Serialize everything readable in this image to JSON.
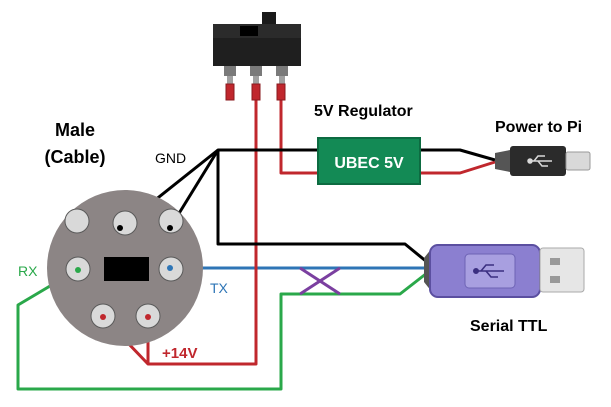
{
  "labels": {
    "connector_title_line1": "Male",
    "connector_title_line2": "(Cable)",
    "gnd": "GND",
    "regulator_title": "5V Regulator",
    "regulator_box": "UBEC 5V",
    "power_to_pi": "Power to Pi",
    "rx": "RX",
    "tx": "TX",
    "v14": "+14V",
    "serial_ttl": "Serial TTL"
  },
  "icons": {
    "usb_symbol": "usb-icon",
    "switch": "slide-switch-icon"
  },
  "colors": {
    "wire_black": "#000000",
    "wire_red": "#c0272d",
    "wire_blue": "#2e75b6",
    "wire_green": "#2aa84a",
    "wire_purple": "#7b3fa0",
    "connector_disc": "#8c8585",
    "regulator": "#138a55",
    "ttl_body": "#8b7fd0",
    "usb_plug": "#d9d9d9",
    "label_green": "#2aa84a",
    "label_blue": "#2e75b6",
    "label_red": "#c0272d"
  }
}
